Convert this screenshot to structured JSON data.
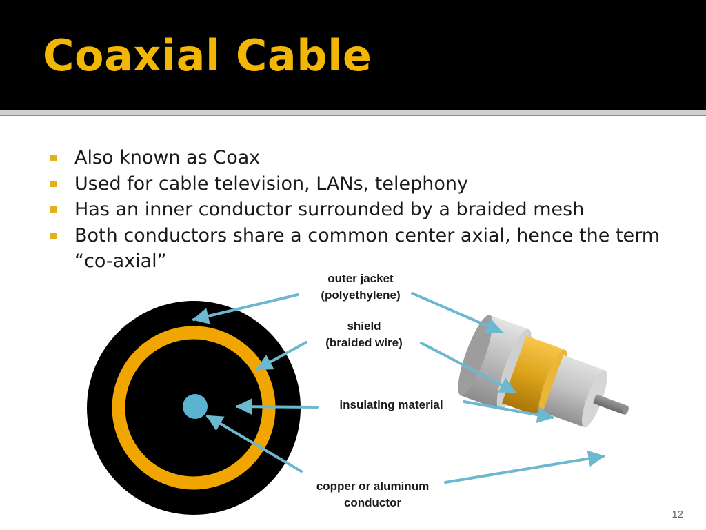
{
  "slide": {
    "title": "Coaxial Cable",
    "bullets": [
      "Also known as Coax",
      "Used for cable television, LANs, telephony",
      "Has an inner conductor surrounded by a braided mesh",
      "Both conductors share a common center axial, hence the term “co-axial”"
    ],
    "page_number": "12"
  },
  "diagram": {
    "labels": {
      "outer_jacket_line1": "outer jacket",
      "outer_jacket_line2": "(polyethylene)",
      "shield_line1": "shield",
      "shield_line2": "(braided wire)",
      "insulating": "insulating material",
      "conductor_line1": "copper or aluminum",
      "conductor_line2": "conductor"
    },
    "colors": {
      "title": "#f2b705",
      "shield": "#f0a500",
      "conductor_core": "#5cb3d0",
      "arrow": "#6cb8d0",
      "jacket": "#000000",
      "cable_gray": "#bdbdbd"
    }
  }
}
